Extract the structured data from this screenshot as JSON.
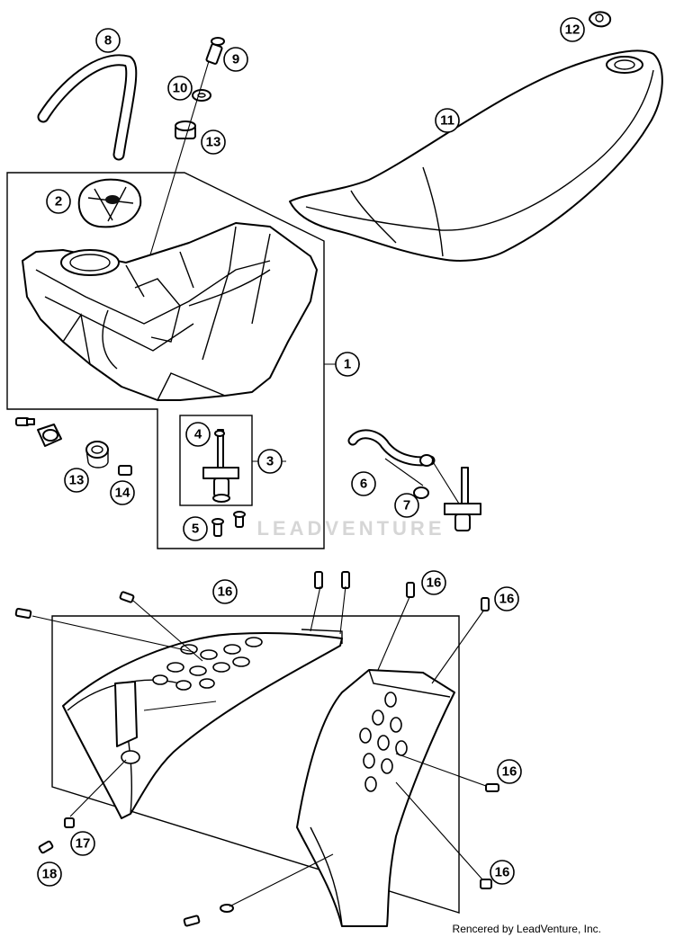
{
  "watermark": "LEADVENTURE",
  "credit": "Rencered by LeadVenture, Inc.",
  "callouts": [
    {
      "label": "8"
    },
    {
      "label": "9"
    },
    {
      "label": "10"
    },
    {
      "label": "13"
    },
    {
      "label": "2"
    },
    {
      "label": "12"
    },
    {
      "label": "11"
    },
    {
      "label": "1"
    },
    {
      "label": "4"
    },
    {
      "label": "3"
    },
    {
      "label": "13"
    },
    {
      "label": "14"
    },
    {
      "label": "5"
    },
    {
      "label": "6"
    },
    {
      "label": "7"
    },
    {
      "label": "16"
    },
    {
      "label": "16"
    },
    {
      "label": "16"
    },
    {
      "label": "16"
    },
    {
      "label": "16"
    },
    {
      "label": "17"
    },
    {
      "label": "18"
    }
  ]
}
